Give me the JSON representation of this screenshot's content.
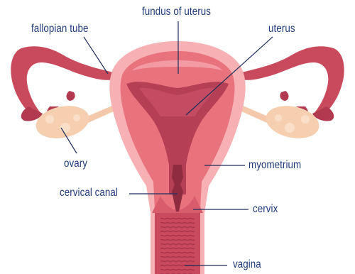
{
  "labels": {
    "fallopian_tube": "fallopian tube",
    "fundus_of_uterus": "fundus of uterus",
    "uterus": "uterus",
    "ovary": "ovary",
    "myometrium": "myometrium",
    "cervical_canal": "cervical canal",
    "cervix": "cervix",
    "vagina": "vagina"
  },
  "colors": {
    "label_text": "#1f3a78",
    "leader_line": "#1f2f5c",
    "outer_tissue": "#f7b0b3",
    "muscle": "#e9737d",
    "cavity": "#b54055",
    "tube": "#c9495d",
    "ovary": "#f6cfb0"
  }
}
